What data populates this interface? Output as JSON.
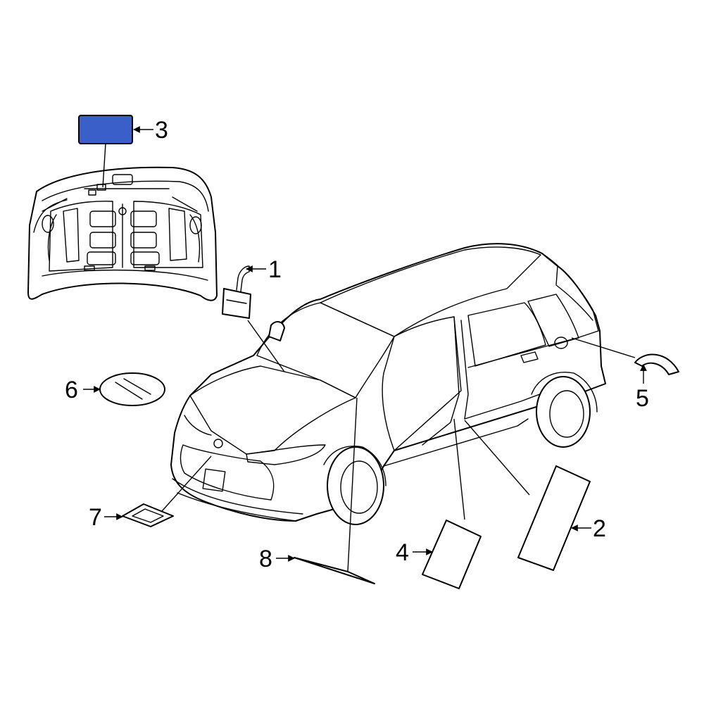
{
  "diagram": {
    "highlight_color": "#3b5fc9",
    "line_color": "#000000",
    "callouts": [
      {
        "id": "1",
        "label": "1"
      },
      {
        "id": "2",
        "label": "2"
      },
      {
        "id": "3",
        "label": "3",
        "highlighted": true
      },
      {
        "id": "4",
        "label": "4"
      },
      {
        "id": "5",
        "label": "5"
      },
      {
        "id": "6",
        "label": "6"
      },
      {
        "id": "7",
        "label": "7"
      },
      {
        "id": "8",
        "label": "8"
      }
    ]
  }
}
